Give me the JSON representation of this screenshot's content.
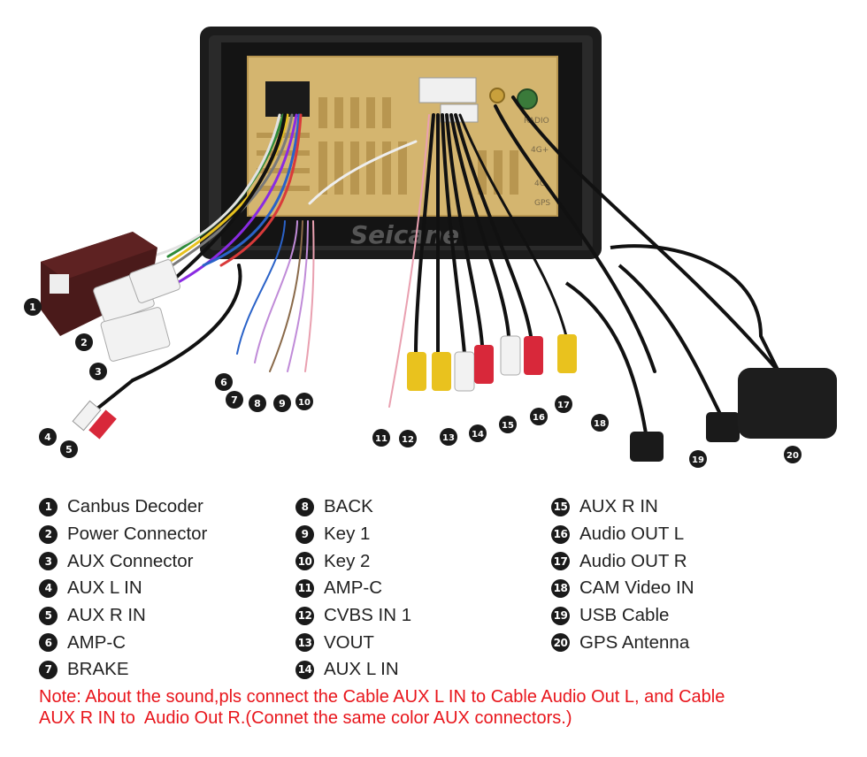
{
  "watermark": "Seicane",
  "unit_labels": {
    "radio": "RADIO",
    "port_4g_a": "4G+",
    "port_4g_b": "4G",
    "gps": "GPS"
  },
  "callouts": [
    "1",
    "2",
    "3",
    "4",
    "5",
    "6",
    "7",
    "8",
    "9",
    "10",
    "11",
    "12",
    "13",
    "14",
    "15",
    "16",
    "17",
    "18",
    "19",
    "20"
  ],
  "legend": {
    "col1": [
      {
        "num": "1",
        "label": "Canbus Decoder"
      },
      {
        "num": "2",
        "label": "Power Connector"
      },
      {
        "num": "3",
        "label": "AUX Connector"
      },
      {
        "num": "4",
        "label": "AUX L IN"
      },
      {
        "num": "5",
        "label": "AUX R IN"
      },
      {
        "num": "6",
        "label": "AMP-C"
      },
      {
        "num": "7",
        "label": "BRAKE"
      }
    ],
    "col2": [
      {
        "num": "8",
        "label": "BACK"
      },
      {
        "num": "9",
        "label": "Key 1"
      },
      {
        "num": "10",
        "label": "Key 2"
      },
      {
        "num": "11",
        "label": "AMP-C"
      },
      {
        "num": "12",
        "label": "CVBS IN 1"
      },
      {
        "num": "13",
        "label": "VOUT"
      },
      {
        "num": "14",
        "label": "AUX L IN"
      }
    ],
    "col3": [
      {
        "num": "15",
        "label": "AUX R IN"
      },
      {
        "num": "16",
        "label": "Audio OUT L"
      },
      {
        "num": "17",
        "label": "Audio OUT R"
      },
      {
        "num": "18",
        "label": "CAM Video IN"
      },
      {
        "num": "19",
        "label": "USB Cable"
      },
      {
        "num": "20",
        "label": "GPS Antenna"
      }
    ]
  },
  "note": {
    "line1": "Note: About the sound,pls connect the Cable AUX L IN to Cable Audio Out L, and Cable",
    "line2": "AUX R IN to  Audio Out R.(Connet the same color AUX connectors.)"
  },
  "colors": {
    "note": "#e8151b",
    "badge": "#1a1a1a",
    "chassis": "#d4b56f",
    "frame": "#1c1c1c",
    "aux_red": "#d8283a",
    "aux_white": "#f2f2f2",
    "aux_yellow": "#e9c21e"
  }
}
